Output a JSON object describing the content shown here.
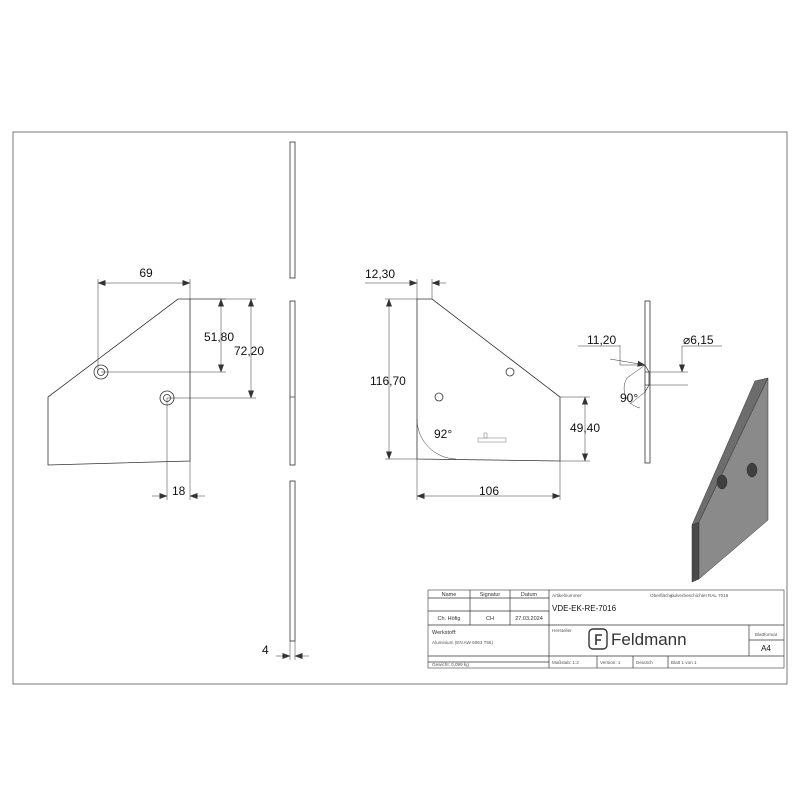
{
  "views": {
    "front": {
      "dim_width": "69",
      "dim_hole_upper": "51,80",
      "dim_hole_lower": "72,20",
      "dim_hole_offset": "18"
    },
    "side": {
      "dim_thickness": "4"
    },
    "back": {
      "dim_chamfer": "12,30",
      "dim_height": "116,70",
      "dim_edge": "49,40",
      "dim_width": "106",
      "dim_angle": "92°"
    },
    "detail": {
      "dim_counterbore": "11,20",
      "dim_hole_dia": "6,15",
      "dim_angle": "90°"
    }
  },
  "title_block": {
    "hdr_name": "Name",
    "hdr_signature": "Signatur",
    "hdr_date": "Datum",
    "name": "Ch. Höfig",
    "signature": "CH",
    "date": "27.03.2024",
    "article_label": "Artikelnummer",
    "article_number": "VDE-EK-RE-7016",
    "surface_label": "Oberfläche:",
    "surface_value": "pulverbeschichtet RAL 7016",
    "material_label": "Werkstoff:",
    "material_value": "Aluminium (EN AW 6063 T66)",
    "manufacturer_label": "Hersteller",
    "brand": "Feldmann",
    "format_label": "Blattformat",
    "format_value": "A4",
    "weight": "Gewicht: 0,099 kg",
    "scale": "Maßstab: 1:2",
    "version": "Version: 1",
    "language": "Deutsch",
    "sheet": "Blatt 1 von 1"
  }
}
